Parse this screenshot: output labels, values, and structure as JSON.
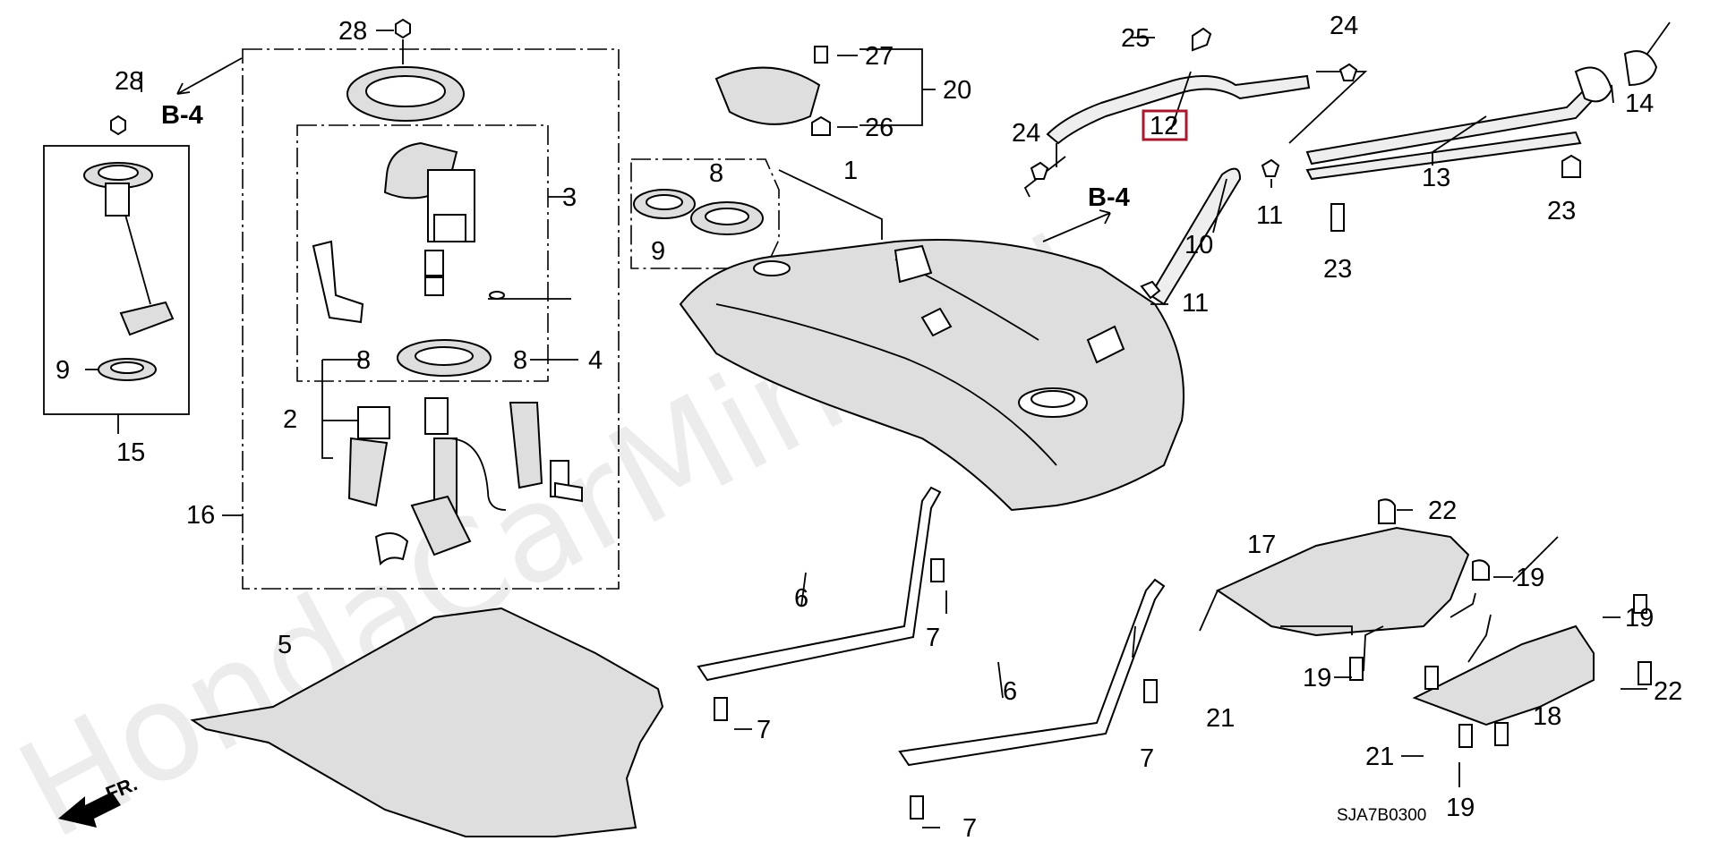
{
  "diagram": {
    "watermark": "HondaCarMine.ru",
    "code": "SJA7B0300",
    "front_indicator": "FR.",
    "section_ref": "B-4",
    "highlighted_part": "12",
    "callouts": {
      "c1": "1",
      "c2": "2",
      "c3": "3",
      "c4": "4",
      "c5": "5",
      "c6a": "6",
      "c6b": "6",
      "c7a": "7",
      "c7b": "7",
      "c7c": "7",
      "c7d": "7",
      "c8a": "8",
      "c8b": "8",
      "c8c": "8",
      "c9a": "9",
      "c9b": "9",
      "c10": "10",
      "c11a": "11",
      "c11b": "11",
      "c12": "12",
      "c13": "13",
      "c14": "14",
      "c15": "15",
      "c16": "16",
      "c17": "17",
      "c18": "18",
      "c19a": "19",
      "c19b": "19",
      "c19c": "19",
      "c19d": "19",
      "c20": "20",
      "c21a": "21",
      "c21b": "21",
      "c22a": "22",
      "c22b": "22",
      "c23a": "23",
      "c23b": "23",
      "c24a": "24",
      "c24b": "24",
      "c25": "25",
      "c26": "26",
      "c27": "27",
      "c28a": "28",
      "c28b": "28"
    }
  }
}
